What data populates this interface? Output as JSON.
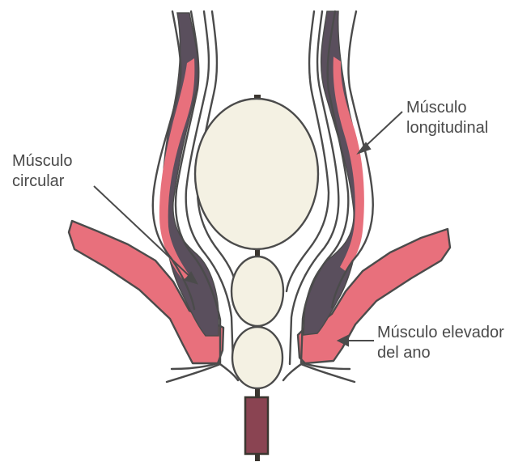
{
  "labels": {
    "longitudinal": {
      "line1": "Músculo",
      "line2": "longitudinal"
    },
    "circular": {
      "line1": "Músculo",
      "line2": "circular"
    },
    "elevador": {
      "line1": "Músculo elevador",
      "line2": "del ano"
    }
  },
  "colors": {
    "background": "#ffffff",
    "outline": "#4b4b4b",
    "longitudinal_muscle": "#e8707c",
    "circular_muscle": "#5a4f5d",
    "levator_muscle": "#e8707c",
    "fecal_mass": "#f4f1e3",
    "probe": "#3a352f",
    "probe_balloon": "#8a4452"
  }
}
